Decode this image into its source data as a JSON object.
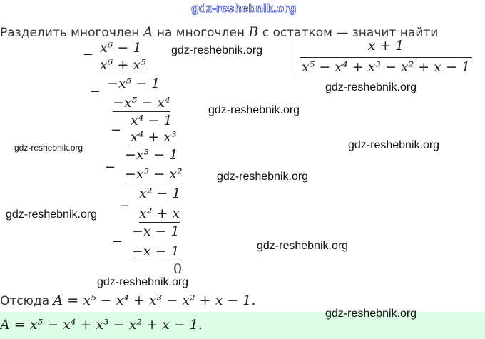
{
  "watermark": "gdz-reshebnik.org",
  "intro": {
    "text": "Разделить многочлен",
    "A": "A",
    "mid": "на многочлен",
    "B": "B",
    "end": "с остатком — значит найти"
  },
  "division": {
    "dividend": "x⁶ − 1",
    "steps": [
      "x⁶ + x⁵",
      "−x⁵ − 1",
      "−x⁵ − x⁴",
      "x⁴ − 1",
      "x⁴ + x³",
      "−x³ − 1",
      "−x³ − x²",
      "x² − 1",
      "x² + x",
      "−x − 1",
      "−x − 1",
      "0"
    ],
    "minus_sign": "−",
    "divisor": "x + 1",
    "quotient": "x⁵ − x⁴ + x³ − x² + x − 1"
  },
  "conclusion": {
    "label": "Отсюда",
    "formula": "A = x⁵ − x⁴ + x³ − x² + x − 1."
  },
  "answer": {
    "formula": "A = x⁵ − x⁴ + x³ − x² + x − 1.",
    "background": "#dcfce6"
  }
}
